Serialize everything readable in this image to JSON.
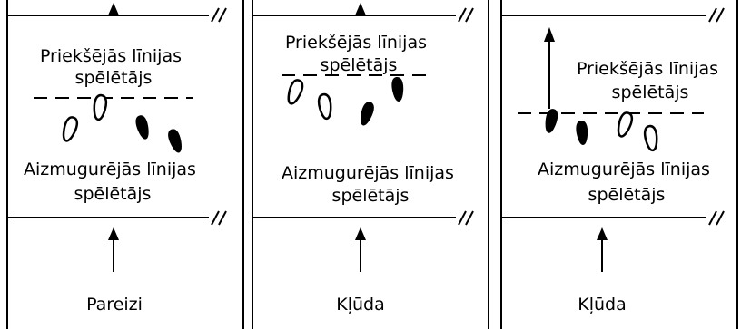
{
  "panels": [
    {
      "front_label": [
        "Priekšējās līnijas",
        "spēlētājs"
      ],
      "back_label": [
        "Aizmugurējās līnijas",
        "spēlētājs"
      ],
      "caption": "Pareizi"
    },
    {
      "front_label": [
        "Priekšējās līnijas",
        "spēlētājs"
      ],
      "back_label": [
        "Aizmugurējās līnijas",
        "spēlētājs"
      ],
      "caption": "Kļūda"
    },
    {
      "front_label": [
        "Priekšējās līnijas",
        "spēlētājs"
      ],
      "back_label": [
        "Aizmugurējās līnijas",
        "spēlētājs"
      ],
      "caption": "Kļūda"
    }
  ]
}
